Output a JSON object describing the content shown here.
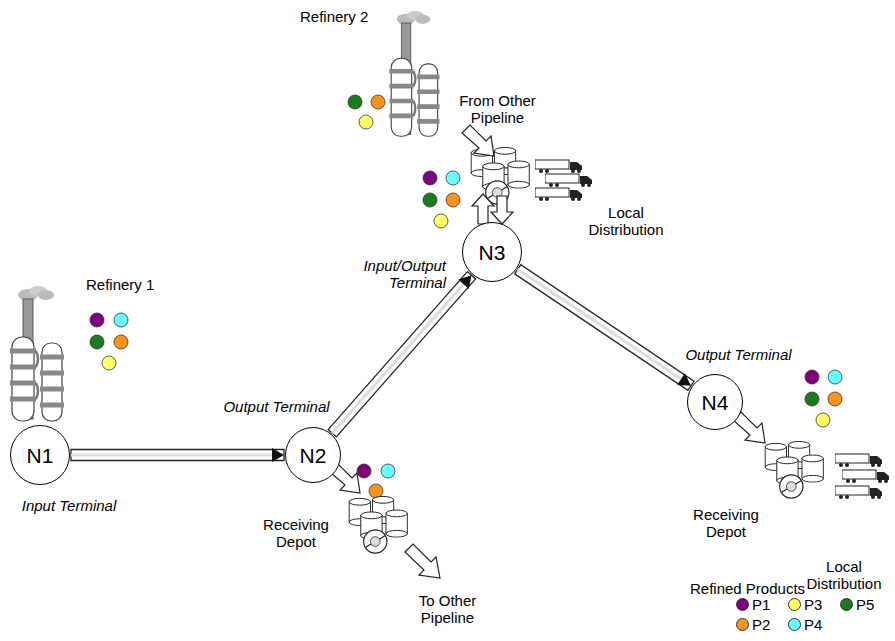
{
  "diagram": {
    "nodes": [
      {
        "text": [
          "N1",
          "Input Terminal"
        ]
      },
      {
        "text": [
          "N2",
          "Output Terminal"
        ]
      },
      {
        "text": [
          "N3",
          "Input/Output Terminal"
        ]
      },
      {
        "text": [
          "N4",
          "Output Terminal"
        ]
      }
    ],
    "edges": [
      {
        "from": 0,
        "to": 1,
        "arrow": "to"
      },
      {
        "from": 1,
        "to": 2,
        "arrow": "to"
      },
      {
        "from": 2,
        "to": 3,
        "arrow": "to"
      }
    ],
    "labels": [
      "Refinery 2",
      "From Other Pipeline",
      "Local Distribution",
      "Refinery 1",
      "Receiving Depot",
      "To Other Pipeline",
      "Receiving Depot",
      "Local Distribution",
      "Refined Products"
    ],
    "legend": [
      {
        "text": "P1",
        "color": "#7f007f"
      },
      {
        "text": "P2",
        "color": "#f7941d"
      },
      {
        "text": "P3",
        "color": "#ffff66"
      },
      {
        "text": "P4",
        "color": "#66ffff"
      },
      {
        "text": "P5",
        "color": "#1b7a1b"
      }
    ]
  }
}
